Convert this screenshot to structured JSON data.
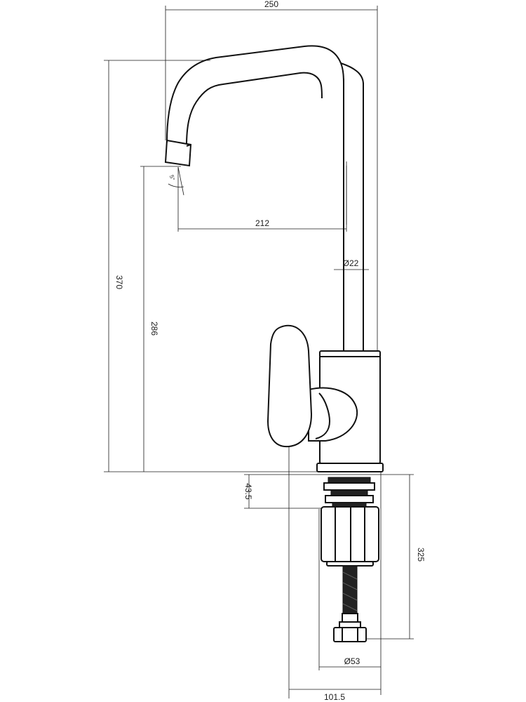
{
  "dimensions": {
    "overall_width": "250",
    "overall_height": "370",
    "spout_reach": "212",
    "spout_height": "286",
    "spout_diameter": "Ø22",
    "spout_angle": "5°",
    "deck_thickness": "43.5",
    "below_deck_length": "325",
    "base_diameter": "Ø53",
    "base_offset": "101.5"
  }
}
